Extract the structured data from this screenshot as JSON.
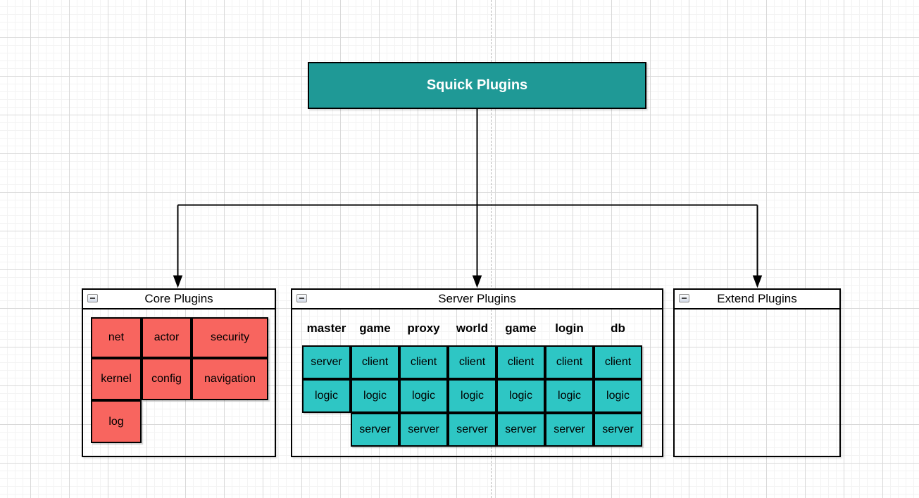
{
  "diagram": {
    "root": {
      "title": "Squick Plugins"
    },
    "containers": {
      "core": {
        "title": "Core Plugins",
        "cells": [
          "net",
          "actor",
          "security",
          "kernel",
          "config",
          "navigation",
          "log"
        ]
      },
      "server": {
        "title": "Server Plugins",
        "columns": [
          "master",
          "game",
          "proxy",
          "world",
          "game",
          "login",
          "db"
        ],
        "rows": [
          [
            "server",
            "client",
            "client",
            "client",
            "client",
            "client",
            "client"
          ],
          [
            "logic",
            "logic",
            "logic",
            "logic",
            "logic",
            "logic",
            "logic"
          ],
          [
            "server",
            "server",
            "server",
            "server",
            "server",
            "server"
          ]
        ]
      },
      "extend": {
        "title": "Extend Plugins"
      }
    },
    "colors": {
      "root_fill": "#1f9996",
      "core_cell_fill": "#f8655f",
      "server_cell_fill": "#2ec6c4",
      "shape_border": "#000000",
      "page_divider": "#b9b9b9",
      "grid_major": "#d9d9d9",
      "grid_minor": "#f3f3f3"
    }
  }
}
